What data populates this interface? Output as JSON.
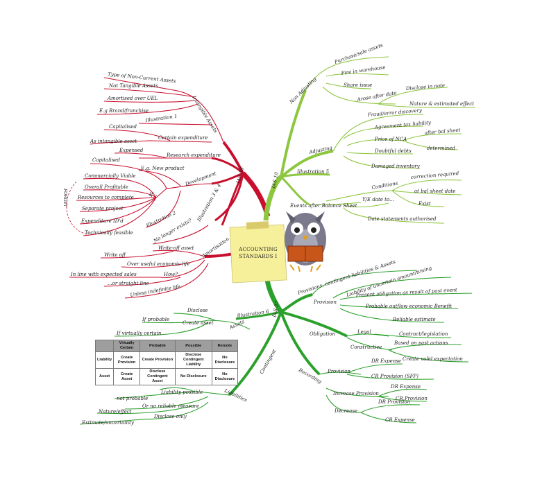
{
  "center": {
    "line1": "ACCOUNTING",
    "line2": "STANDARDS I"
  },
  "branches": {
    "ias38": "IAS 38",
    "ias10": "IAS 10",
    "ias37": "IAS 37",
    "intangible_assets": "Intangible Assets",
    "type_nca": "Type of Non-Current Assets",
    "not_tangible": "Not Tangible Assets",
    "amortised": "Amortised over UEL",
    "brand": "E.g Brand/franchise",
    "illustration1": "Illustration 1",
    "certain_exp": "Certain expenditure",
    "capitalised1": "Capitalised",
    "as_intangible": "As intangible asset",
    "research_exp": "Research expenditure",
    "expensed": "Expensed",
    "development": "Development",
    "capitalised2": "Capitalised",
    "eg_new_product": "E.g. New product",
    "if": "If...",
    "commercially_viable": "Commercially Viable",
    "overall_profitable": "Overall Profitable",
    "resources": "Resources to complete",
    "separate_project": "Separate project",
    "expenditure_ided": "Expenditure ID'd",
    "technically_feasible": "Technically feasible",
    "forget": "FORGET",
    "illustration2": "Illustration 2",
    "no_longer_exists": "No longer exists?",
    "illustration34": "Illustration 3 & 4",
    "amortisation": "Amortisation",
    "write_off_asset": "Write-off asset",
    "write_off": "Write off",
    "over_useful": "Over useful economic life",
    "how": "How?",
    "in_line": "In line with expected sales",
    "straight_line": "...or straight line",
    "unless": "Unless indefinite life",
    "non_adjusting": "Non Adjusting",
    "purchase_sale": "Purchase/sale assets",
    "fire": "Fire in warehouse",
    "share_issue": "Share issue",
    "arose_after": "Arose after date",
    "disclose_note": "Disclose in note",
    "nature_effect": "Nature & estimated effect",
    "adjusting": "Adjusting",
    "fraud": "Fraud/error discovery",
    "agreement_tax": "Agreement tax liability",
    "price_nca": "Price of NCA",
    "after_bal": "after bal sheet",
    "determined": "determined",
    "doubtful": "Doubtful debts",
    "damaged": "Damaged inventory",
    "illustration5": "Illustration 5",
    "conditions": "Conditions",
    "correction": "correction required",
    "at_bal": "at bal sheet date",
    "exist": "Exist",
    "events_after": "Events after Balance Sheet",
    "ye_date": "Y/E date to...",
    "date_statements": "Date statements authorised",
    "provisions_cl": "Provisions, contingent liabilities & Assets",
    "provision": "Provision",
    "liability_uncertain": "Liability of uncertain amount/timing",
    "present_obligation": "Present obligation as result of past event",
    "probable_outflow": "Probable outflow economic Benefit",
    "reliable_estimate": "Reliable estimate",
    "obligation": "Obligation",
    "legal": "Legal",
    "contract": "Contract/legislation",
    "constructive": "Constructive",
    "based_past": "Based on past actions",
    "valid_expectation": "Create valid expectation",
    "recording": "Recording",
    "provision2": "Provision",
    "dr_expense1": "DR Expense",
    "cr_provision1": "CR Provision (SFP)",
    "increase_provision": "Increase Provision",
    "dr_expense2": "DR Expense",
    "cr_provision2": "CR Provision",
    "decrease": "Decrease",
    "dr_provision": "DR Provision",
    "cr_expense": "CR Expense",
    "illustration6": "Illustration 6",
    "contingent": "Contingent",
    "assets": "Assets",
    "disclose": "Disclose",
    "if_probable": "If probable",
    "create_asset": "Create asset",
    "if_virtually": "If virtually certain",
    "liabilities": "Liabilities",
    "not_probable": "not probable",
    "liability_possible": "Liability possible",
    "no_reliable": "Or no reliable measure",
    "nature_effect2": "Nature/effect",
    "disclose_only": "Disclose only",
    "estimate_uncertainty": "Estimate/uncertainty"
  },
  "table": {
    "headers": [
      "",
      "Virtually Certain",
      "Probable",
      "Possible",
      "Remote"
    ],
    "rows": [
      {
        "label": "Liability",
        "cells": [
          "Create Provision",
          "Create Provision",
          "Disclose Contingent Liability",
          "No Disclosure"
        ]
      },
      {
        "label": "Asset",
        "cells": [
          "Create Asset",
          "Disclose Contingent Asset",
          "No Disclosure",
          "No Disclosure"
        ]
      }
    ]
  },
  "colors": {
    "ias38": "#c8102e",
    "ias10": "#8dc63f",
    "ias37": "#2ca02c",
    "note": "#f7f09a"
  }
}
